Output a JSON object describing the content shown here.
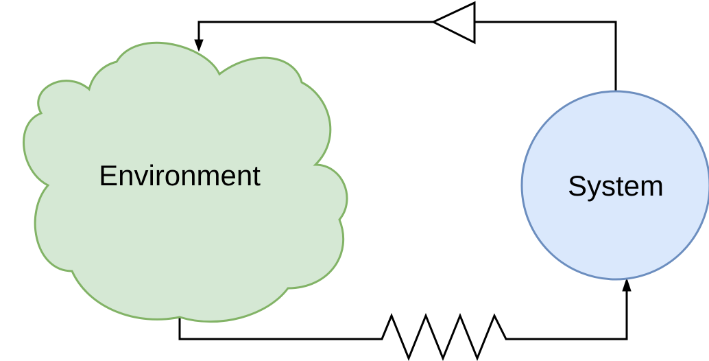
{
  "diagram": {
    "nodes": [
      {
        "id": "environment",
        "label": "Environment",
        "shape": "cloud",
        "fill": "#d5e8d4",
        "stroke": "#82b366"
      },
      {
        "id": "system",
        "label": "System",
        "shape": "circle",
        "fill": "#dae8fc",
        "stroke": "#6c8ebf"
      }
    ],
    "edges": [
      {
        "from": "system",
        "to": "environment",
        "marker": "triangle",
        "color": "#000000"
      },
      {
        "from": "environment",
        "to": "system",
        "marker": "zigzag",
        "color": "#000000"
      }
    ]
  }
}
